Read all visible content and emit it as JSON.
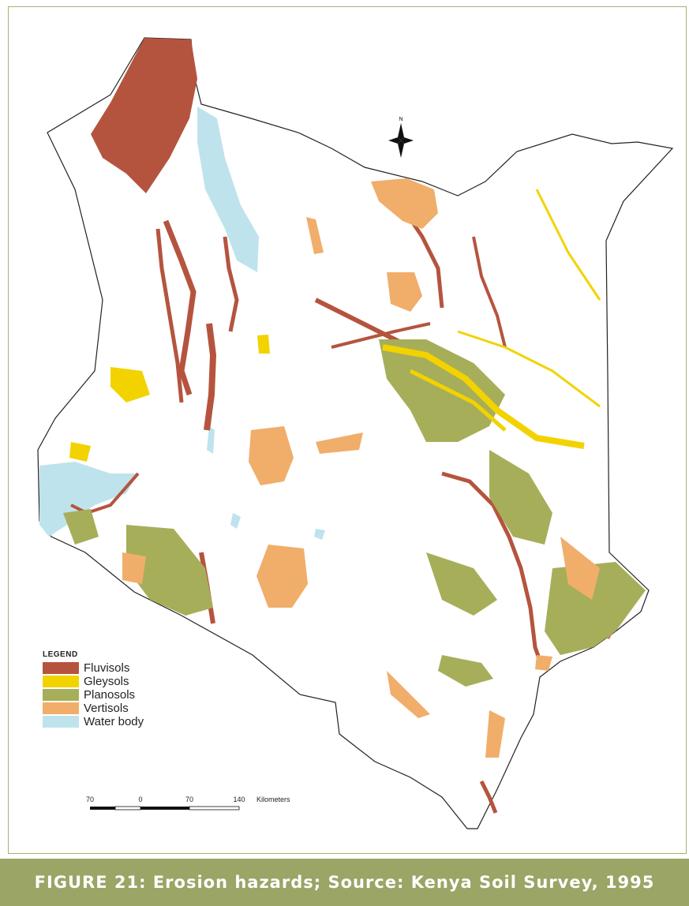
{
  "legend": {
    "title": "LEGEND",
    "items": [
      {
        "label": "Fluvisols",
        "color": "#b5543e"
      },
      {
        "label": "Gleysols",
        "color": "#f2d300"
      },
      {
        "label": "Planosols",
        "color": "#a7ae5a"
      },
      {
        "label": "Vertisols",
        "color": "#f0ae6a"
      },
      {
        "label": "Water body",
        "color": "#bfe3ec"
      }
    ]
  },
  "scale": {
    "ticks": [
      "70",
      "0",
      "70",
      "140"
    ],
    "unit": "Kilometers"
  },
  "north_label": "N",
  "caption": {
    "text": "FIGURE 21: Erosion hazards; Source: Kenya Soil Survey, 1995",
    "bg_color": "#9aa566"
  }
}
